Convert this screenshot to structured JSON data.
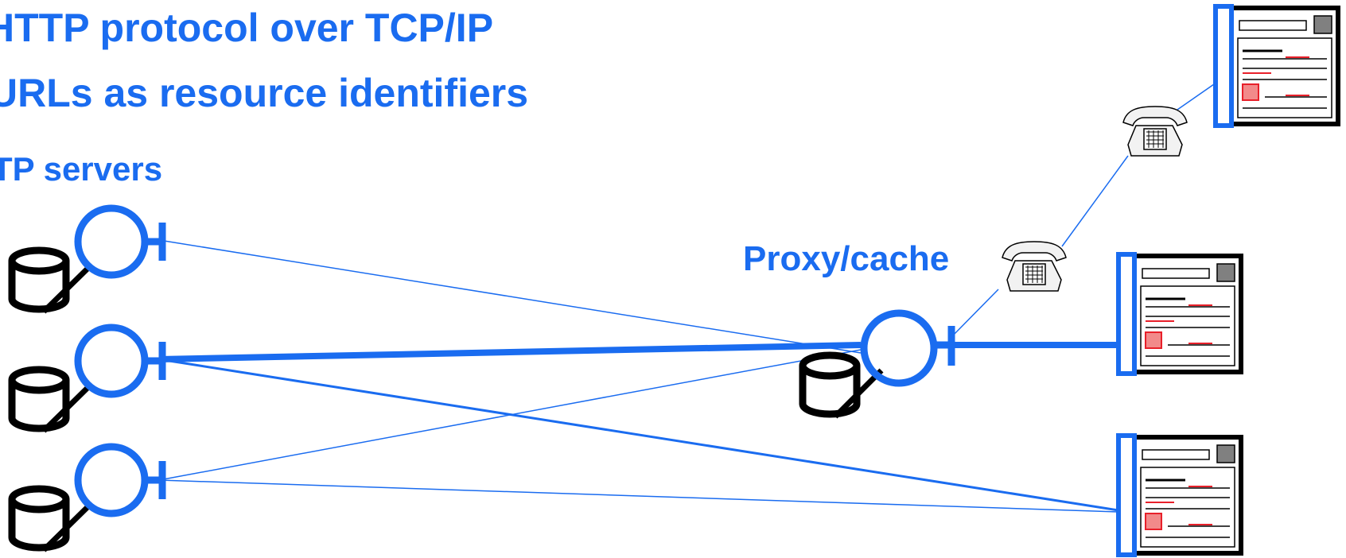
{
  "labels": {
    "bullet_http": "HTTP protocol over TCP/IP",
    "bullet_urls": "URLs as resource identifiers",
    "servers_label": "TP servers",
    "proxy_label": "Proxy/cache"
  },
  "colors": {
    "accent": "#1a6cf0",
    "ink": "#000000",
    "doc_red": "#e8202a",
    "doc_red_fill": "#f28a8a",
    "doc_gray": "#808080",
    "phone_fill": "#f2f2f2"
  },
  "icons": [
    "server-icon",
    "database-icon",
    "proxy-cache-icon",
    "browser-document-icon",
    "telephone-icon"
  ]
}
